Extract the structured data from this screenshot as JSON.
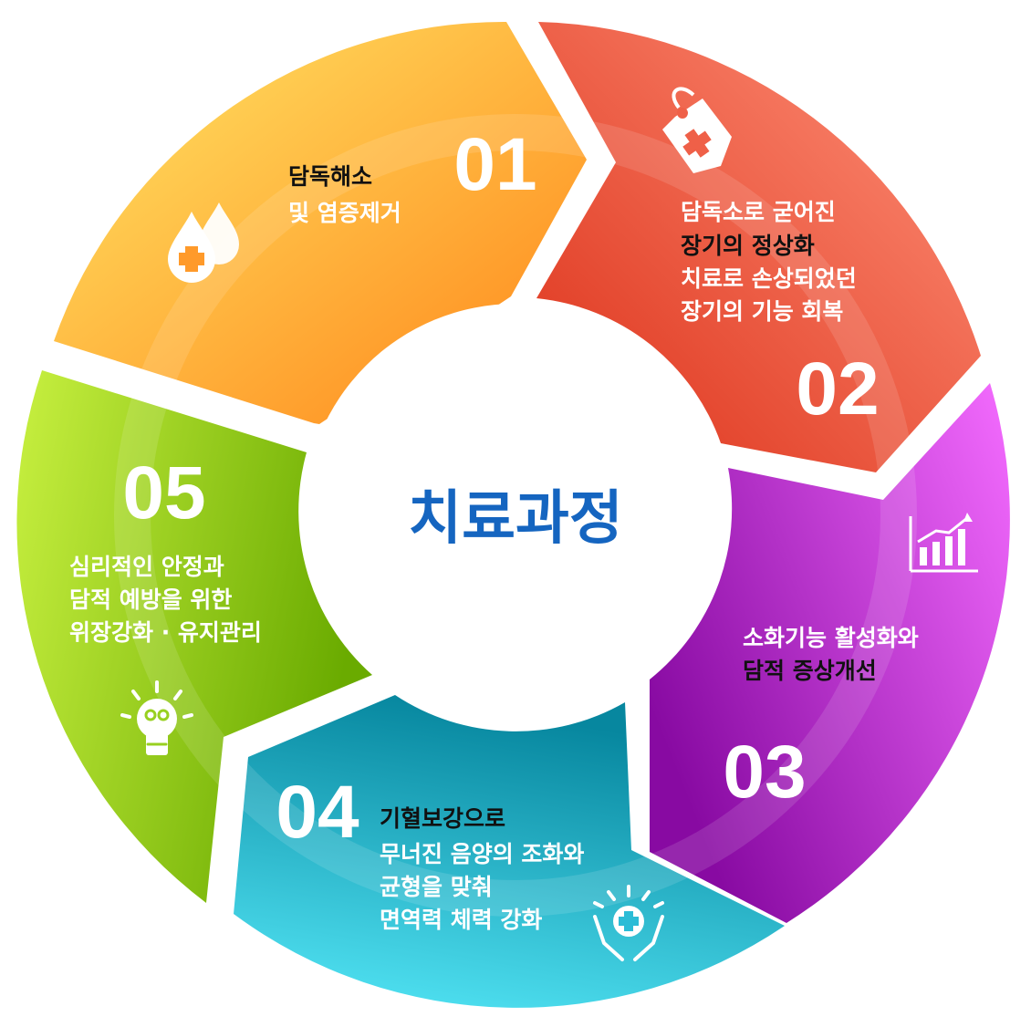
{
  "center": {
    "title": "치료과정",
    "color": "#1565c0"
  },
  "steps": [
    {
      "number": "01",
      "lines": [
        "담독해소",
        "및 염증제거"
      ],
      "icon": "blood-drops-plus-icon",
      "colors": [
        "#ffe45e",
        "#ff8a1a"
      ]
    },
    {
      "number": "02",
      "lines": [
        "담독소로 굳어진",
        "장기의 정상화",
        "치료로 손상되었던",
        "장기의 기능 회복"
      ],
      "icon": "medical-tag-icon",
      "colors": [
        "#ff8a73",
        "#e03520"
      ]
    },
    {
      "number": "03",
      "lines": [
        "소화기능 활성화와",
        "담적 증상개선"
      ],
      "icon": "bar-chart-growth-icon",
      "colors": [
        "#f060ff",
        "#8e0fa8"
      ]
    },
    {
      "number": "04",
      "lines": [
        "기혈보강으로",
        "무너진 음양의 조화와",
        "균형을 맞춰",
        "면역력 체력 강화"
      ],
      "icon": "hands-medical-cross-icon",
      "colors": [
        "#50e3f5",
        "#0a8aa6"
      ]
    },
    {
      "number": "05",
      "lines": [
        "심리적인 안정과",
        "담적 예방을 위한",
        "위장강화 · 유지관리"
      ],
      "icon": "light-bulb-icon",
      "colors": [
        "#c5ef3c",
        "#6fb000"
      ]
    }
  ]
}
